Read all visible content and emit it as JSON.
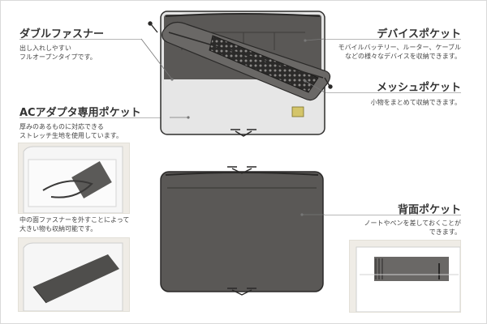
{
  "features": {
    "double_zipper": {
      "title": "ダブルファスナー",
      "desc": "出し入れしやすい\nフルオープンタイプです。"
    },
    "ac_adapter_pocket": {
      "title": "ACアダプタ専用ポケット",
      "desc": "厚みのあるものに対応できる\nストレッチ生地を使用しています。"
    },
    "inner_zipper_note": {
      "desc": "中の面ファスナーを外すことによって\n大きい物も収納可能です。"
    },
    "device_pocket": {
      "title": "デバイスポケット",
      "desc": "モバイルバッテリー、ルーター、ケーブル\nなどの様々なデバイスを収納できます。"
    },
    "mesh_pocket": {
      "title": "メッシュポケット",
      "desc": "小物をまとめて収納できます。"
    },
    "back_pocket": {
      "title": "背面ポケット",
      "desc": "ノートやペンを差しておくことが\nできます。"
    }
  },
  "colors": {
    "bag_body": "#5a5856",
    "bag_dark": "#3f3d3b",
    "lining": "#e4e4e4",
    "mesh": "#2b2a29",
    "label_tag": "#d4c56a",
    "photo_bg": "#efece6"
  },
  "icons": [
    "zipper-pull-icon",
    "brand-tag-icon"
  ]
}
